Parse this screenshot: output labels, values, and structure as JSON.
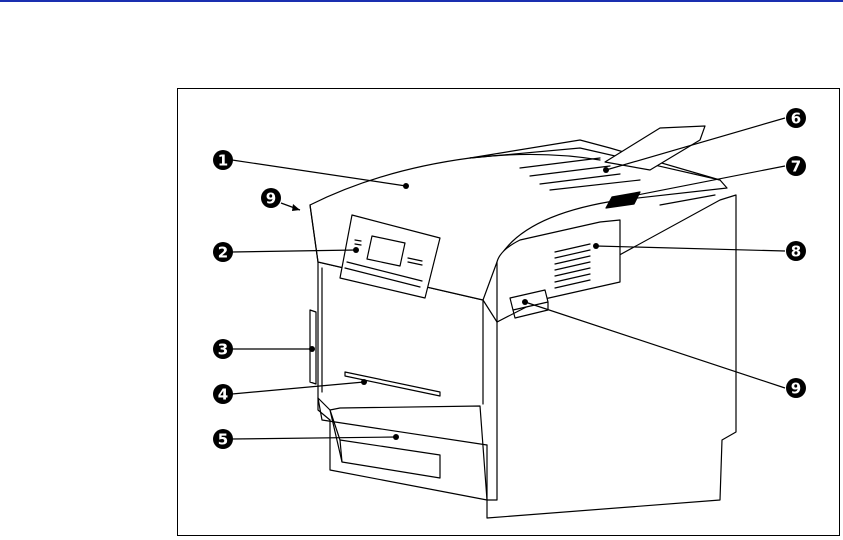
{
  "colors": {
    "rule": "#1a2fb0",
    "ink": "#000000",
    "paper": "#ffffff"
  },
  "figure": {
    "kind": "printer-front-view",
    "callouts": [
      {
        "id": "c1",
        "number": "1"
      },
      {
        "id": "c2",
        "number": "2"
      },
      {
        "id": "c3",
        "number": "3"
      },
      {
        "id": "c4",
        "number": "4"
      },
      {
        "id": "c5",
        "number": "5"
      },
      {
        "id": "c6",
        "number": "6"
      },
      {
        "id": "c7",
        "number": "7"
      },
      {
        "id": "c8",
        "number": "8"
      },
      {
        "id": "c9a",
        "number": "9"
      },
      {
        "id": "c9b",
        "number": "9"
      }
    ]
  }
}
